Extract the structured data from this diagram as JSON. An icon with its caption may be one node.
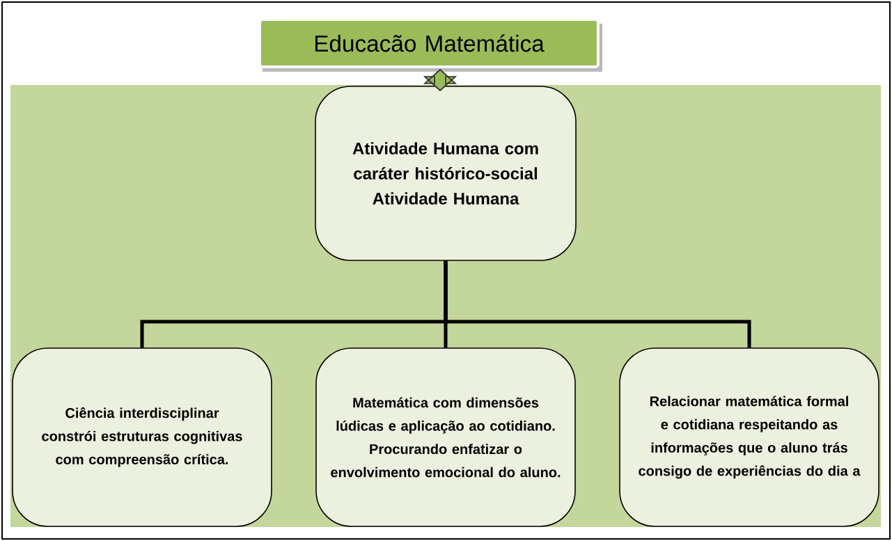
{
  "diagram": {
    "nodes": [
      {
        "text": [
          "Educacão Matemática"
        ]
      },
      {
        "text": [
          "Atividade Humana com caráter histórico-social Atividade Humana"
        ]
      },
      {
        "text": [
          "Ciência interdisciplinar constrói estruturas cognitivas com compreensão crítica."
        ]
      },
      {
        "text": [
          "Matemática com dimensões lúdicas e aplicação ao cotidiano. Procurando enfatizar o envolvimento emocional do aluno."
        ]
      },
      {
        "text": [
          "Relacionar matemática formal e cotidiana respeitando as informações que o aluno trás consigo de experiências do dia a"
        ]
      }
    ],
    "edges": [
      {
        "from": 0,
        "to": 1,
        "arrow": "both",
        "style": "thick",
        "color": "#9bbb59"
      },
      {
        "from": 1,
        "to": 2,
        "arrow": "none"
      },
      {
        "from": 1,
        "to": 3,
        "arrow": "none"
      },
      {
        "from": 1,
        "to": 4,
        "arrow": "none"
      }
    ]
  }
}
